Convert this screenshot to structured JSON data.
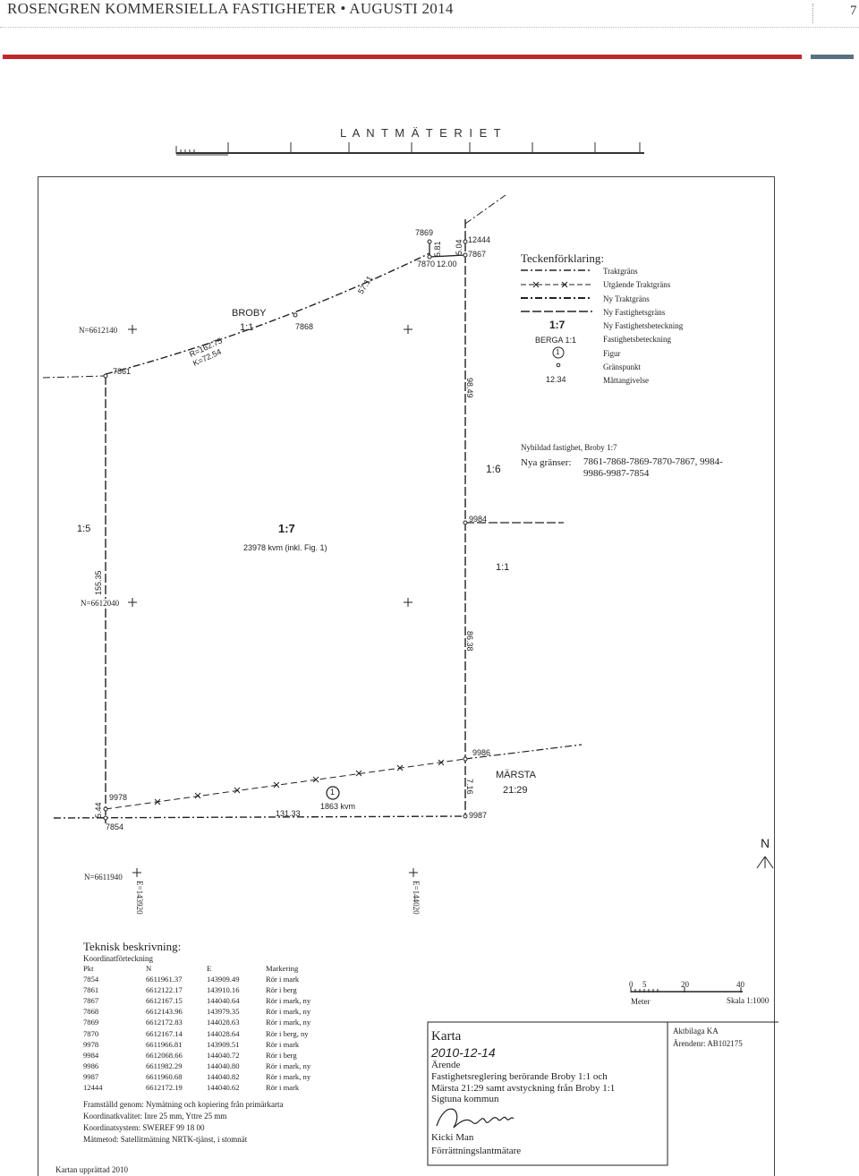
{
  "header": {
    "title": "ROSENGREN KOMMERSIELLA FASTIGHETER • AUGUSTI 2014",
    "page_number": "7"
  },
  "colors": {
    "accent_red": "#c0282e",
    "accent_slate": "#5a7080"
  },
  "map": {
    "agency": "L A N T M Ä T E R I E T",
    "grid_labels": [
      "N=6612140",
      "N=6612040",
      "N=6611940",
      "E=143920",
      "E=144020"
    ],
    "area_names": {
      "broby": "BROBY",
      "marsta": "MÄRSTA",
      "marsta_unit": "21:29"
    },
    "unit_labels": {
      "broby_1_1": "1:1",
      "u_1_5": "1:5",
      "u_1_6": "1:6",
      "u_1_7": "1:7",
      "u_1_1b": "1:1"
    },
    "area_text": "23978 kvm (inkl. Fig. 1)",
    "figure_number": "1",
    "figure_area": "1863 kvm",
    "radius_label": "R=162.75",
    "chord_label": "K=72.54",
    "points": [
      "7869",
      "12444",
      "7867",
      "7870",
      "7868",
      "7861",
      "9984",
      "9986",
      "9978",
      "7854",
      "9987"
    ],
    "measurements": [
      "57.11",
      "5.81",
      "5.04",
      "12.00",
      "98.49",
      "155.35",
      "86.38",
      "7.16",
      "5.44",
      "131.33"
    ],
    "north_label": "N"
  },
  "legend": {
    "title": "Teckenförklaring:",
    "items": [
      "Traktgräns",
      "Utgående Traktgräns",
      "Ny Traktgräns",
      "Ny Fastighetsgräns",
      "Ny Fastighetsbeteckning",
      "Fastighetsbeteckning",
      "Figur",
      "Gränspunkt",
      "Måttangivelse"
    ],
    "sample_new_designation": "1:7",
    "sample_designation": "BERGA 1:1",
    "sample_figure": "1",
    "sample_point": "°",
    "sample_measure": "12.34"
  },
  "new_property": {
    "title": "Nybildad fastighet, Broby 1:7",
    "label": "Nya gränser:",
    "line1": "7861-7868-7869-7870-7867, 9984-",
    "line2": "9986-9987-7854"
  },
  "technical": {
    "title": "Teknisk beskrivning:",
    "subtitle": "Koordinatförteckning",
    "columns": [
      "Pkt",
      "N",
      "E",
      "Markering"
    ],
    "rows": [
      [
        "7854",
        "6611961.37",
        "143909.49",
        "Rör i mark"
      ],
      [
        "7861",
        "6612122.17",
        "143910.16",
        "Rör i berg"
      ],
      [
        "7867",
        "6612167.15",
        "144040.64",
        "Rör i mark, ny"
      ],
      [
        "7868",
        "6612143.96",
        "143979.35",
        "Rör i mark, ny"
      ],
      [
        "7869",
        "6612172.83",
        "144028.63",
        "Rör i mark, ny"
      ],
      [
        "7870",
        "6612167.14",
        "144028.64",
        "Rör i berg, ny"
      ],
      [
        "9978",
        "6611966.81",
        "143909.51",
        "Rör i mark"
      ],
      [
        "9984",
        "6612068.66",
        "144040.72",
        "Rör i berg"
      ],
      [
        "9986",
        "6611982.29",
        "144040.80",
        "Rör i mark, ny"
      ],
      [
        "9987",
        "6611960.68",
        "144040.82",
        "Rör i mark, ny"
      ],
      [
        "12444",
        "6612172.19",
        "144040.62",
        "Rör i mark"
      ]
    ],
    "notes": [
      "Framställd genom: Nymätning och kopiering från primärkarta",
      "Koordinatkvalitet: Inre 25 mm, Yttre 25 mm",
      "Koordinatsystem: SWEREF 99 18 00",
      "Mätmetod: Satellitmätning NRTK-tjänst, i stomnät"
    ],
    "footer": "Kartan upprättad 2010"
  },
  "scale": {
    "ticks": [
      "0",
      "5",
      "20",
      "40"
    ],
    "unit": "Meter",
    "label": "Skala 1:1000"
  },
  "appendix": {
    "label": "Aktbilaga KA",
    "case_number": "Ärendenr: AB102175"
  },
  "karta": {
    "title": "Karta",
    "date": "2010-12-14",
    "arende": "Ärende",
    "description": "Fastighetsreglering berörande Broby 1:1 och Märsta 21:29 samt avstyckning från Broby 1:1",
    "municipality": "Sigtuna kommun",
    "signer": "Kicki Man",
    "role": "Förrättningslantmätare"
  }
}
